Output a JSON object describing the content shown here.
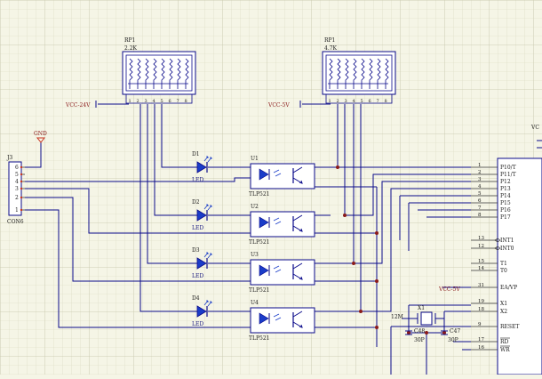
{
  "power": {
    "gnd_label": "GND",
    "vcc24_label": "VCC-24V",
    "vcc5_rp_label": "VCC-5V",
    "vcc5_mcu_label": "VCC-5V",
    "gnd_color": "#c8321e"
  },
  "connector": {
    "ref": "J3",
    "value": "CON6",
    "pins": [
      "6",
      "5",
      "4",
      "3",
      "2",
      "1"
    ]
  },
  "resistor_networks": [
    {
      "ref": "RP1",
      "value": "2.2K",
      "pin_labels": [
        "1",
        "2",
        "3",
        "4",
        "5",
        "6",
        "7",
        "8"
      ]
    },
    {
      "ref": "RP1",
      "value": "4.7K",
      "pin_labels": [
        "1",
        "2",
        "3",
        "4",
        "5",
        "6",
        "7",
        "8"
      ]
    }
  ],
  "leds": [
    {
      "ref": "D1",
      "value": "LED"
    },
    {
      "ref": "D2",
      "value": "LED"
    },
    {
      "ref": "D3",
      "value": "LED"
    },
    {
      "ref": "D4",
      "value": "LED"
    }
  ],
  "optocouplers": [
    {
      "ref": "U1",
      "value": "TLP521"
    },
    {
      "ref": "U2",
      "value": "TLP521"
    },
    {
      "ref": "U3",
      "value": "TLP521"
    },
    {
      "ref": "U4",
      "value": "TLP521"
    }
  ],
  "crystal": {
    "ref": "X1",
    "value": "12M"
  },
  "capacitors": [
    {
      "ref": "C48",
      "value": "30P"
    },
    {
      "ref": "C47",
      "value": "30P"
    }
  ],
  "mcu": {
    "pins": [
      {
        "num": "1",
        "name": "P10/T"
      },
      {
        "num": "2",
        "name": "P11/T"
      },
      {
        "num": "3",
        "name": "P12"
      },
      {
        "num": "4",
        "name": "P13"
      },
      {
        "num": "5",
        "name": "P14"
      },
      {
        "num": "6",
        "name": "P15"
      },
      {
        "num": "7",
        "name": "P16"
      },
      {
        "num": "8",
        "name": "P17"
      },
      {
        "num": "13",
        "name": "INT1"
      },
      {
        "num": "12",
        "name": "INT0"
      },
      {
        "num": "15",
        "name": "T1"
      },
      {
        "num": "14",
        "name": "T0"
      },
      {
        "num": "31",
        "name": "EA/VP"
      },
      {
        "num": "19",
        "name": "X1"
      },
      {
        "num": "18",
        "name": "X2"
      },
      {
        "num": "9",
        "name": "RESET"
      },
      {
        "num": "17",
        "name": "RD"
      },
      {
        "num": "16",
        "name": "WR"
      }
    ]
  },
  "edge_label": "VC"
}
